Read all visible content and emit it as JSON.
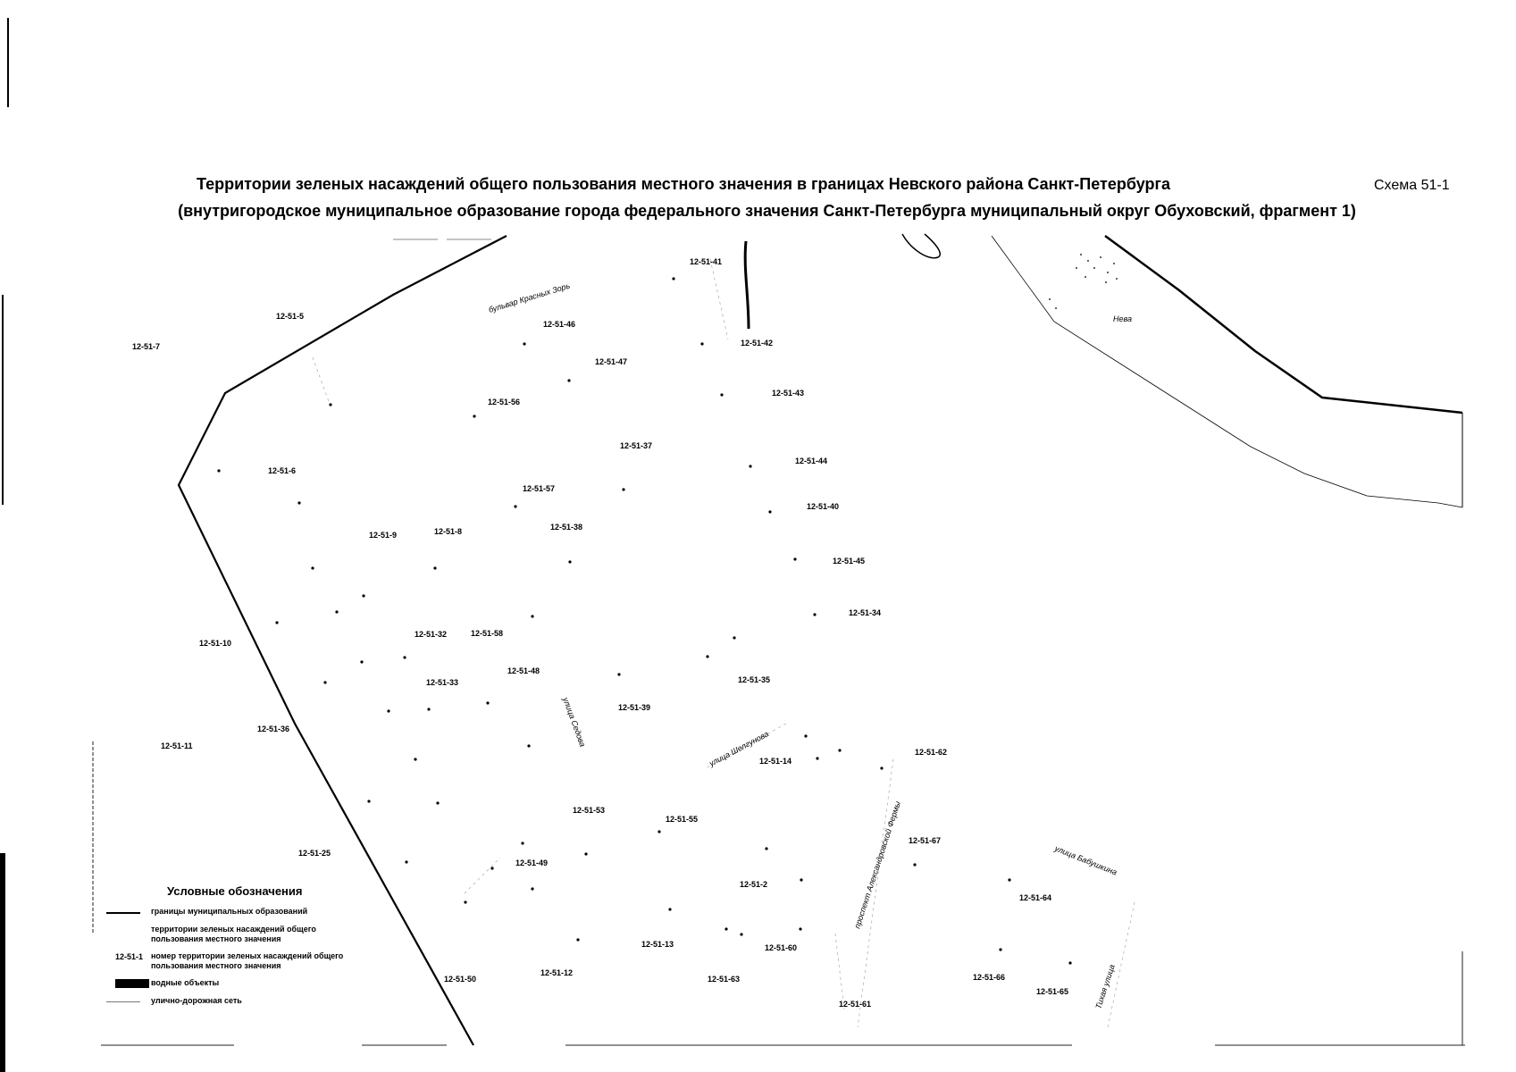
{
  "title": {
    "main": "Территории зеленых насаждений общего пользования местного значения в границах Невского района Санкт-Петербурга",
    "sub": "(внутригородское муниципальное образование города федерального значения Санкт-Петербурга муниципальный округ Обуховский, фрагмент 1)",
    "scheme": "Схема 51-1"
  },
  "territories": [
    {
      "id": "12-51-41"
    },
    {
      "id": "12-51-5"
    },
    {
      "id": "12-51-7"
    },
    {
      "id": "12-51-46"
    },
    {
      "id": "12-51-42"
    },
    {
      "id": "12-51-47"
    },
    {
      "id": "12-51-43"
    },
    {
      "id": "12-51-56"
    },
    {
      "id": "12-51-37"
    },
    {
      "id": "12-51-44"
    },
    {
      "id": "12-51-6"
    },
    {
      "id": "12-51-57"
    },
    {
      "id": "12-51-40"
    },
    {
      "id": "12-51-9"
    },
    {
      "id": "12-51-8"
    },
    {
      "id": "12-51-38"
    },
    {
      "id": "12-51-45"
    },
    {
      "id": "12-51-34"
    },
    {
      "id": "12-51-10"
    },
    {
      "id": "12-51-32"
    },
    {
      "id": "12-51-58"
    },
    {
      "id": "12-51-48"
    },
    {
      "id": "12-51-33"
    },
    {
      "id": "12-51-35"
    },
    {
      "id": "12-51-39"
    },
    {
      "id": "12-51-36"
    },
    {
      "id": "12-51-11"
    },
    {
      "id": "12-51-14"
    },
    {
      "id": "12-51-62"
    },
    {
      "id": "12-51-53"
    },
    {
      "id": "12-51-55"
    },
    {
      "id": "12-51-67"
    },
    {
      "id": "12-51-25"
    },
    {
      "id": "12-51-49"
    },
    {
      "id": "12-51-2"
    },
    {
      "id": "12-51-64"
    },
    {
      "id": "12-51-13"
    },
    {
      "id": "12-51-60"
    },
    {
      "id": "12-51-50"
    },
    {
      "id": "12-51-12"
    },
    {
      "id": "12-51-63"
    },
    {
      "id": "12-51-66"
    },
    {
      "id": "12-51-65"
    },
    {
      "id": "12-51-61"
    }
  ],
  "streets": [
    {
      "name": "бульвар Красных Зорь"
    },
    {
      "name": "Нева"
    },
    {
      "name": "улица Седова"
    },
    {
      "name": "улица Шелгунова"
    },
    {
      "name": "проспект Александровской Фермы"
    },
    {
      "name": "улица Бабушкина"
    },
    {
      "name": "Тихая улица"
    }
  ],
  "legend": {
    "title": "Условные обозначения",
    "items": [
      {
        "symbol": "thick-line",
        "code": "",
        "text": "границы муниципальных образований"
      },
      {
        "symbol": "none",
        "code": "",
        "text": "территории зеленых насаждений общего пользования местного значения"
      },
      {
        "symbol": "code",
        "code": "12-51-1",
        "text": "номер территории зеленых насаждений общего пользования местного значения"
      },
      {
        "symbol": "water",
        "code": "",
        "text": "водные объекты"
      },
      {
        "symbol": "thin-line",
        "code": "",
        "text": "улично-дорожная сеть"
      }
    ]
  }
}
